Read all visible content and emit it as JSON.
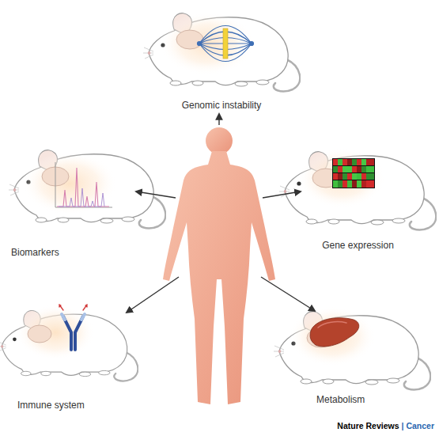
{
  "diagram": {
    "nodes": [
      {
        "text": [
          "Genomic instability"
        ]
      },
      {
        "text": [
          "Biomarkers"
        ]
      },
      {
        "text": [
          "Gene expression"
        ]
      },
      {
        "text": [
          "Immune system"
        ]
      },
      {
        "text": [
          "Metabolism"
        ]
      }
    ],
    "labels": [
      "Nature Reviews",
      "| Cancer"
    ]
  }
}
